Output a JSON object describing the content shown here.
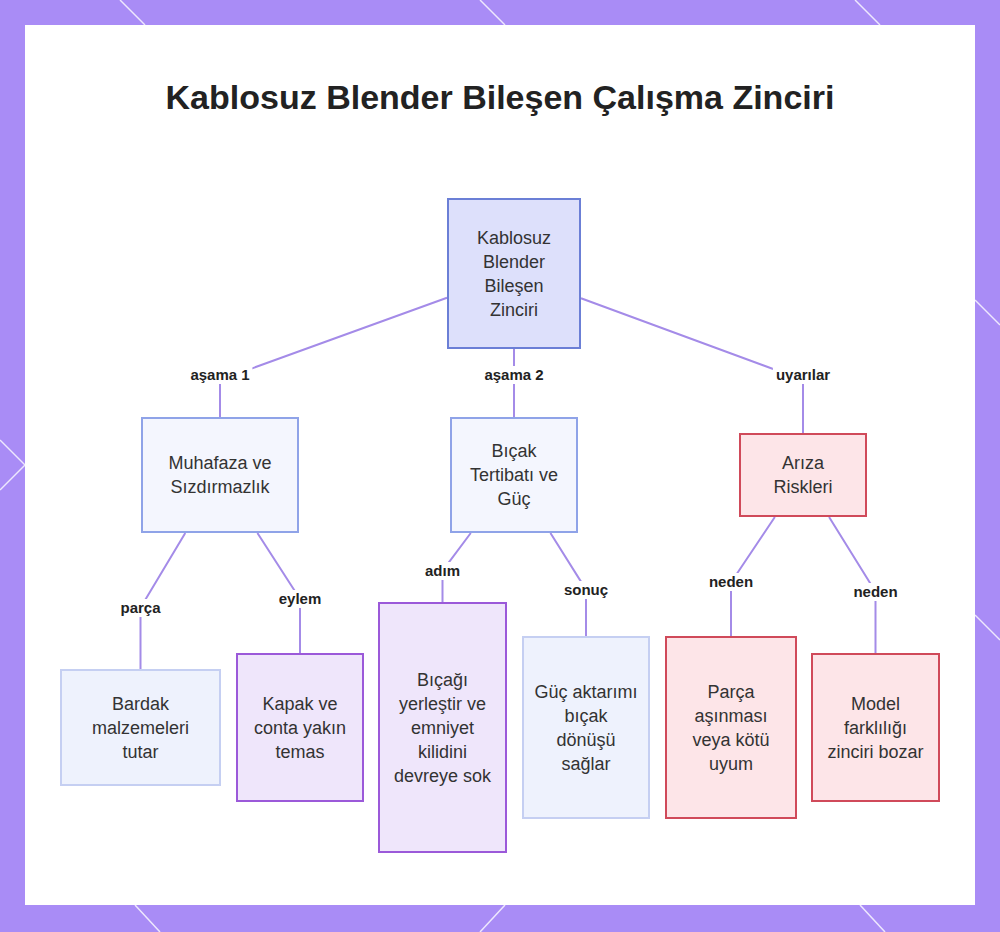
{
  "diagram": {
    "title": "Kablosuz Blender Bileşen Çalışma Zinciri",
    "nodes": [
      {
        "text": [
          "Kablosuz Blender Bileşen Zinciri"
        ]
      },
      {
        "text": [
          "Muhafaza ve Sızdırmazlık"
        ]
      },
      {
        "text": [
          "Bıçak Tertibatı ve Güç"
        ]
      },
      {
        "text": [
          "Arıza Riskleri"
        ]
      },
      {
        "text": [
          "Bardak malzemeleri tutar"
        ]
      },
      {
        "text": [
          "Kapak ve conta yakın temas"
        ]
      },
      {
        "text": [
          "Bıçağı yerleştir ve emniyet kilidini devreye sok"
        ]
      },
      {
        "text": [
          "Güç aktarımı bıçak dönüşü sağlar"
        ]
      },
      {
        "text": [
          "Parça aşınması veya kötü uyum"
        ]
      },
      {
        "text": [
          "Model farklılığı zinciri bozar"
        ]
      }
    ],
    "edges": [
      {
        "from": 0,
        "to": 1,
        "label": "aşama 1",
        "arrow": "none"
      },
      {
        "from": 0,
        "to": 2,
        "label": "aşama 2",
        "arrow": "none"
      },
      {
        "from": 0,
        "to": 3,
        "label": "uyarılar",
        "arrow": "none"
      },
      {
        "from": 1,
        "to": 4,
        "label": "parça",
        "arrow": "none"
      },
      {
        "from": 1,
        "to": 5,
        "label": "eylem",
        "arrow": "none"
      },
      {
        "from": 2,
        "to": 6,
        "label": "adım",
        "arrow": "none"
      },
      {
        "from": 2,
        "to": 7,
        "label": "sonuç",
        "arrow": "none"
      },
      {
        "from": 3,
        "to": 8,
        "label": "neden",
        "arrow": "none"
      },
      {
        "from": 3,
        "to": 9,
        "label": "neden",
        "arrow": "none"
      }
    ]
  }
}
